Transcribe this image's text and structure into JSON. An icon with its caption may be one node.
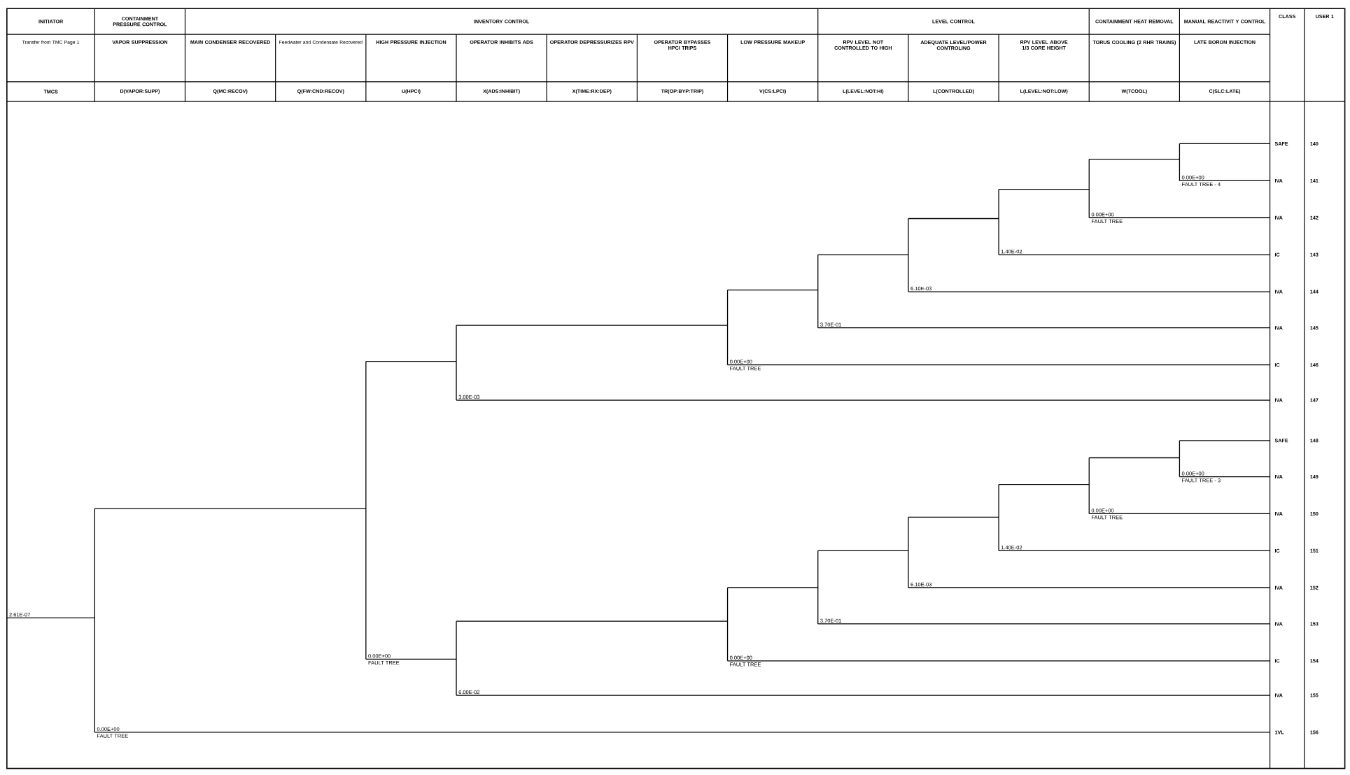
{
  "diagram": {
    "labels": [
      "INITIATOR",
      "CONTAINMENT PRESSURE CONTROL",
      "INVENTORY CONTROL",
      "LEVEL CONTROL",
      "CONTAINMENT HEAT REMOVAL",
      "MANUAL REACTIVIT Y CONTROL",
      "CLASS",
      "USER 1",
      "Transfer from TMC Page 1",
      "VAPOR SUPPRESSION",
      "MAIN CONDENSER RECOVERED",
      "Feedwater and Condensate Recovered",
      "HIGH PRESSURE INJECTION",
      "OPERATOR INHIBITS ADS",
      "OPERATOR DEPRESSURIZES RPV",
      "OPERATOR BYPASSES HPCI TRIPS",
      "LOW PRESSURE MAKEUP",
      "RPV LEVEL NOT CONTROLLED TO HIGH",
      "ADEQUATE LEVEL/POWER CONTROLING",
      "RPV LEVEL ABOVE 1/3 CORE HEIGHT",
      "TORUS COOLING (2 RHR TRAINS)",
      "LATE BORON INJECTION",
      "TMCS",
      "D(VAPOR:SUPP)",
      "Q(MC:RECOV)",
      "Q(FW:CND:RECOV)",
      "U(HPCI)",
      "X(ADS:INHIBIT)",
      "X(TIME:RX:DEP)",
      "TR(OP:BYP:TRIP)",
      "V(CS:LPCI)",
      "L(LEVEL:NOT:HI)",
      "L(CONTROLLED)",
      "L(LEVEL:NOT:LOW)",
      "W(TCOOL)",
      "C(SLC:LATE)",
      "0.00E+00",
      "FAULT TREE - 4",
      "0.00E+00",
      "FAULT TREE",
      "1.40E-02",
      "6.10E-03",
      "3.70E-01",
      "0.00E+00",
      "FAULT TREE",
      "3.00E-03",
      "0.00E+00",
      "FAULT TREE - 3",
      "0.00E+00",
      "FAULT TREE",
      "1.40E-02",
      "6.10E-03",
      "2.61E-07",
      "3.70E-01",
      "0.00E+00",
      "FAULT TREE",
      "0.00E+00",
      "FAULT TREE",
      "6.00E-02",
      "0.00E+00",
      "FAULT TREE",
      "SAFE",
      "140",
      "IVA",
      "141",
      "IVA",
      "142",
      "IC",
      "143",
      "IVA",
      "144",
      "IVA",
      "145",
      "IC",
      "146",
      "IVA",
      "147",
      "SAFE",
      "148",
      "IVA",
      "149",
      "IVA",
      "150",
      "IC",
      "151",
      "IVA",
      "152",
      "IVA",
      "153",
      "IC",
      "154",
      "IVA",
      "155",
      "1VL",
      "156"
    ]
  }
}
